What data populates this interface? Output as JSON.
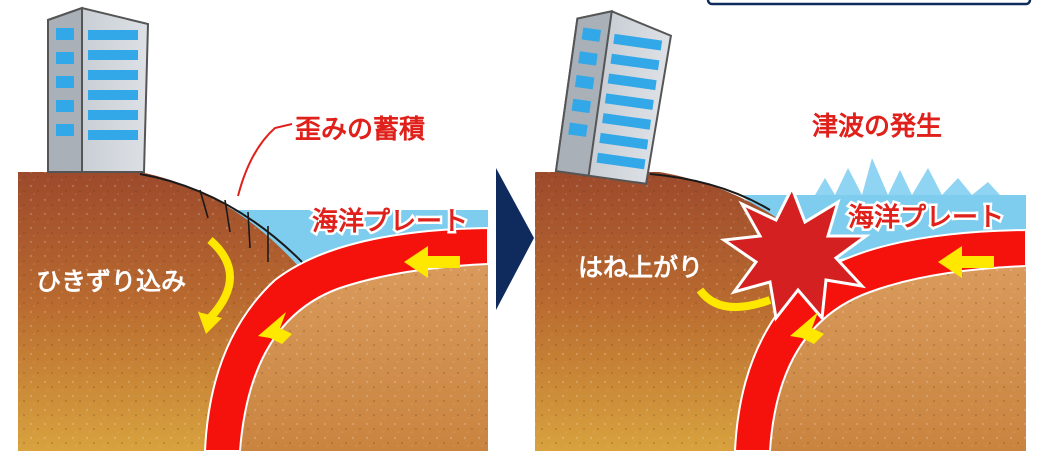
{
  "panel_left": {
    "label_strain": "歪みの蓄積",
    "label_plate": "海洋プレート",
    "label_drag": "ひきずり込み"
  },
  "panel_right": {
    "label_tsunami": "津波の発生",
    "label_plate": "海洋プレート",
    "label_rebound": "はね上がり"
  },
  "colors": {
    "plate_red": "#f5120c",
    "arrow_yellow": "#ffe800",
    "sea_blue": "#7fcdee",
    "label_red": "#e0201a",
    "nav_arrow": "#0f2a5c"
  }
}
